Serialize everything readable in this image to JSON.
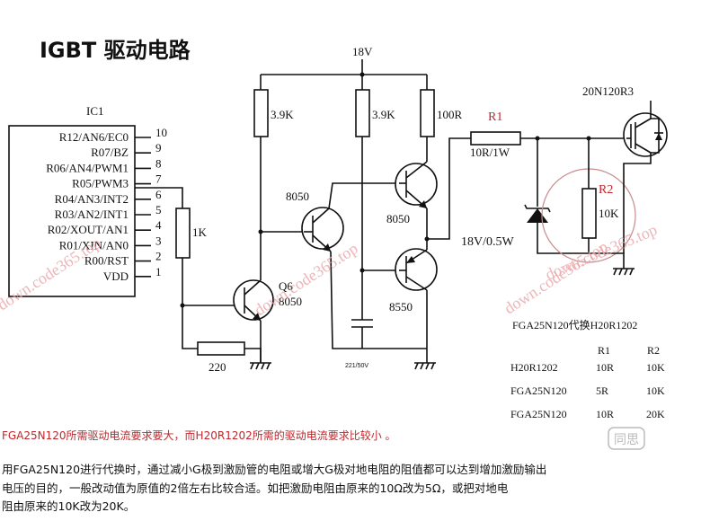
{
  "title": "IGBT 驱动电路",
  "supply": "18V",
  "ic": {
    "name": "IC1",
    "pins": [
      {
        "label": "R12/AN6/EC0",
        "num": "10"
      },
      {
        "label": "R07/BZ",
        "num": "9"
      },
      {
        "label": "R06/AN4/PWM1",
        "num": "8"
      },
      {
        "label": "R05/PWM3",
        "num": "7"
      },
      {
        "label": "R04/AN3/INT2",
        "num": "6"
      },
      {
        "label": "R03/AN2/INT1",
        "num": "5"
      },
      {
        "label": "R02/XOUT/AN1",
        "num": "4"
      },
      {
        "label": "R01/XIN/AN0",
        "num": "3"
      },
      {
        "label": "R00/RST",
        "num": "2"
      },
      {
        "label": "VDD",
        "num": "1"
      }
    ]
  },
  "parts": {
    "r_1k": "1K",
    "r_220": "220",
    "r_39k_a": "3.9K",
    "r_39k_b": "3.9K",
    "r_100r": "100R",
    "q6_name": "Q6",
    "q6_type": "8050",
    "q_mid": "8050",
    "q_top": "8050",
    "q_bot": "8550",
    "cap": "221/50V",
    "r1_name": "R1",
    "r1_value": "10R/1W",
    "r2_name": "R2",
    "r2_value": "10K",
    "zener": "18V/0.5W",
    "igbt": "20N120R3"
  },
  "table": {
    "title": "FGA25N120代换H20R1202",
    "headers": [
      "R1",
      "R2"
    ],
    "rows": [
      {
        "name": "H20R1202",
        "r1": "10R",
        "r2": "10K"
      },
      {
        "name": "FGA25N120",
        "r1": "5R",
        "r2": "10K"
      },
      {
        "name": "FGA25N120",
        "r1": "10R",
        "r2": "20K"
      }
    ]
  },
  "note_red": "FGA25N120所需驱动电流要求要大，而H20R1202所需的驱动电流要求比较小 。",
  "note_lines": [
    "用FGA25N120进行代换时，通过减小G极到激励管的电阻或增大G极对地电阻的阻值都可以达到增加激励输出",
    "电压的目的，一般改动值为原值的2倍左右比较合适。如把激励电阻由原来的10Ω改为5Ω，或把对地电",
    "阻由原来的10K改为20K。"
  ],
  "watermarks": [
    "down.code365.top",
    "down.code365.top",
    "down.code365.top",
    "down.code365.top"
  ],
  "logo": "同思"
}
